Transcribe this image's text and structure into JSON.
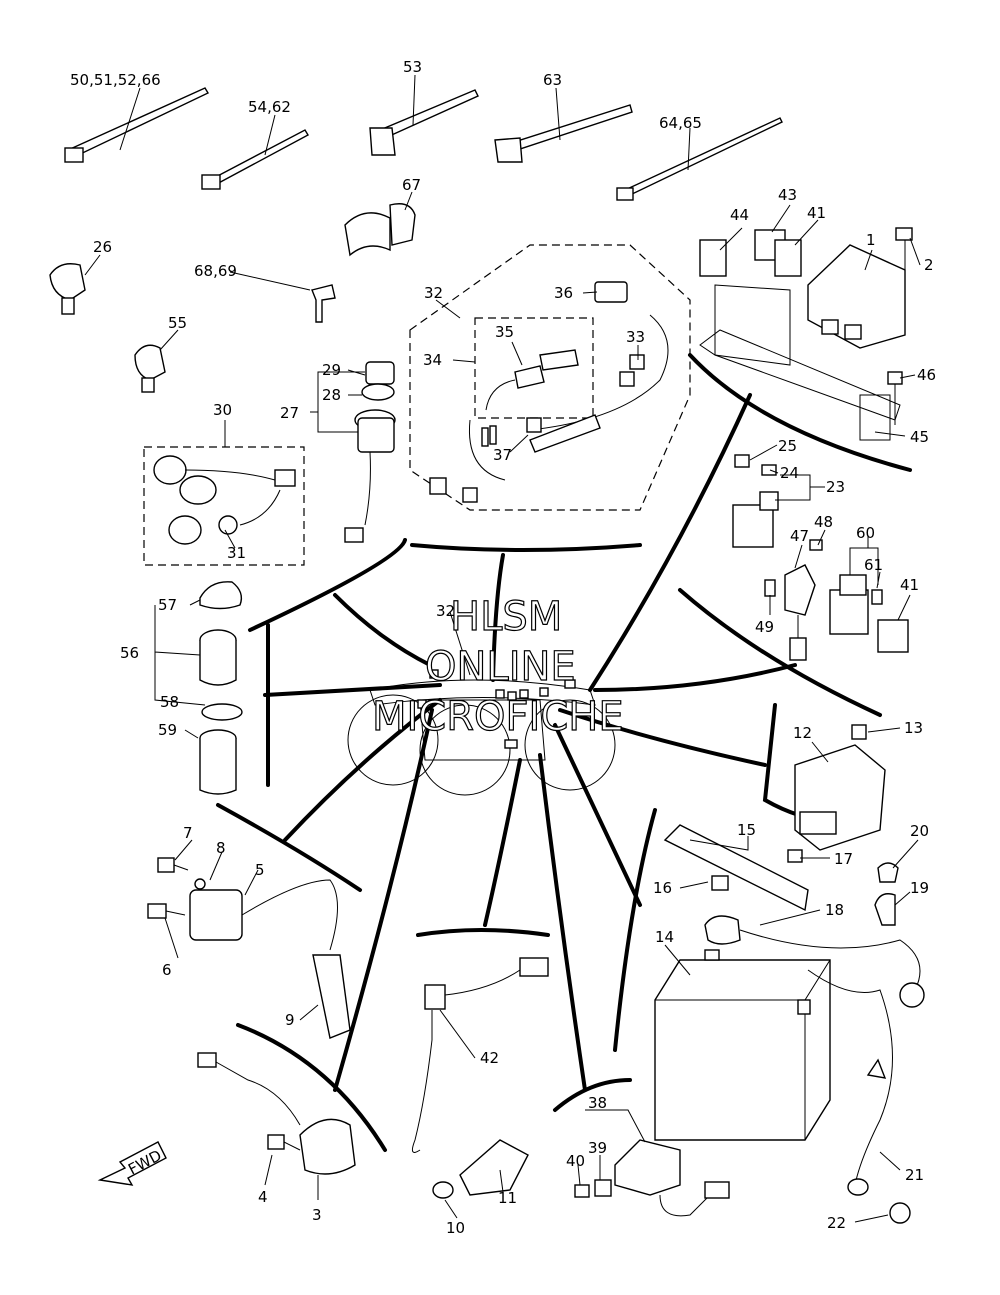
{
  "watermark": [
    "HLSM",
    "ONLINE",
    "MICROFICHE"
  ],
  "fwd_label": "FWD",
  "callouts": [
    "50,51,52,66",
    "54,62",
    "53",
    "63",
    "64,65",
    "67",
    "26",
    "68,69",
    "55",
    "32",
    "36",
    "35",
    "33",
    "34",
    "37",
    "29",
    "28",
    "27",
    "30",
    "31",
    "44",
    "43",
    "41",
    "1",
    "2",
    "46",
    "45",
    "25",
    "24",
    "23",
    "48",
    "47",
    "60",
    "61",
    "41",
    "49",
    "57",
    "56",
    "58",
    "59",
    "32",
    "12",
    "13",
    "7",
    "8",
    "5",
    "6",
    "9",
    "15",
    "17",
    "16",
    "20",
    "19",
    "18",
    "14",
    "42",
    "38",
    "39",
    "40",
    "4",
    "3",
    "11",
    "10",
    "21",
    "22"
  ]
}
